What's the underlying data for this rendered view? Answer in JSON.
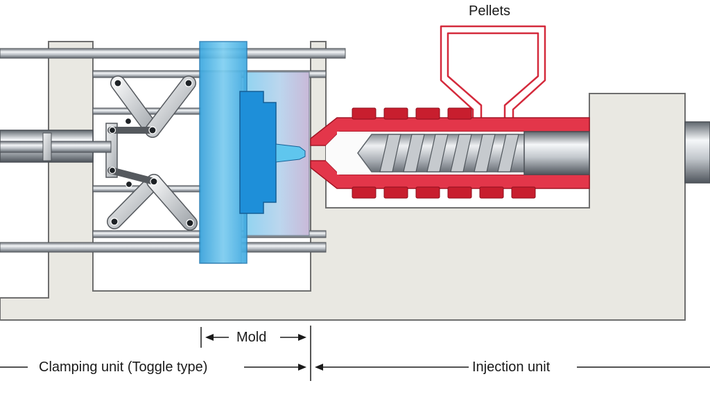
{
  "labels": {
    "pellets": "Pellets",
    "mold": "Mold",
    "clamping_unit": "Clamping unit (Toggle type)",
    "injection_unit": "Injection unit"
  },
  "colors": {
    "frame_fill": "#e9e8e2",
    "frame_stroke": "#6e6e6e",
    "mold_blue": "#45b6e6",
    "mold_core_blue": "#1e8fd9",
    "barrel_red": "#d42a3c",
    "heater_red": "#c81e2e",
    "steel_light": "#f2f4f6",
    "steel_dark": "#7d848c",
    "ink": "#1a1a1a"
  }
}
